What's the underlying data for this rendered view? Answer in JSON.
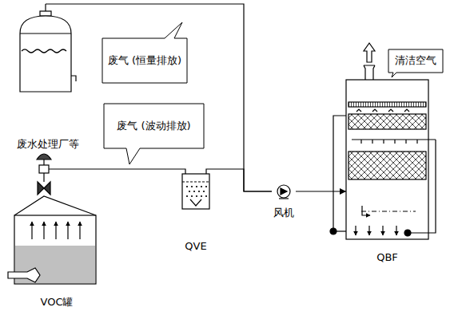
{
  "diagram": {
    "nodes": [
      {
        "text": [
          "废水处理厂等"
        ]
      },
      {
        "text": [
          "废气 (恒量排放)"
        ]
      },
      {
        "text": [
          "清洁空气"
        ]
      },
      {
        "text": [
          "废气 (波动排放)"
        ]
      },
      {
        "text": [
          "VOC罐"
        ]
      },
      {
        "text": [
          "QVE"
        ]
      },
      {
        "text": [
          "风机"
        ]
      },
      {
        "text": [
          "QBF"
        ]
      }
    ],
    "edges": [
      {
        "from": 0,
        "to": 6,
        "arrow": "none"
      },
      {
        "from": 4,
        "to": 5,
        "arrow": "none"
      },
      {
        "from": 5,
        "to": 6,
        "arrow": "none"
      },
      {
        "from": 6,
        "to": 7,
        "arrow": "to"
      }
    ]
  }
}
